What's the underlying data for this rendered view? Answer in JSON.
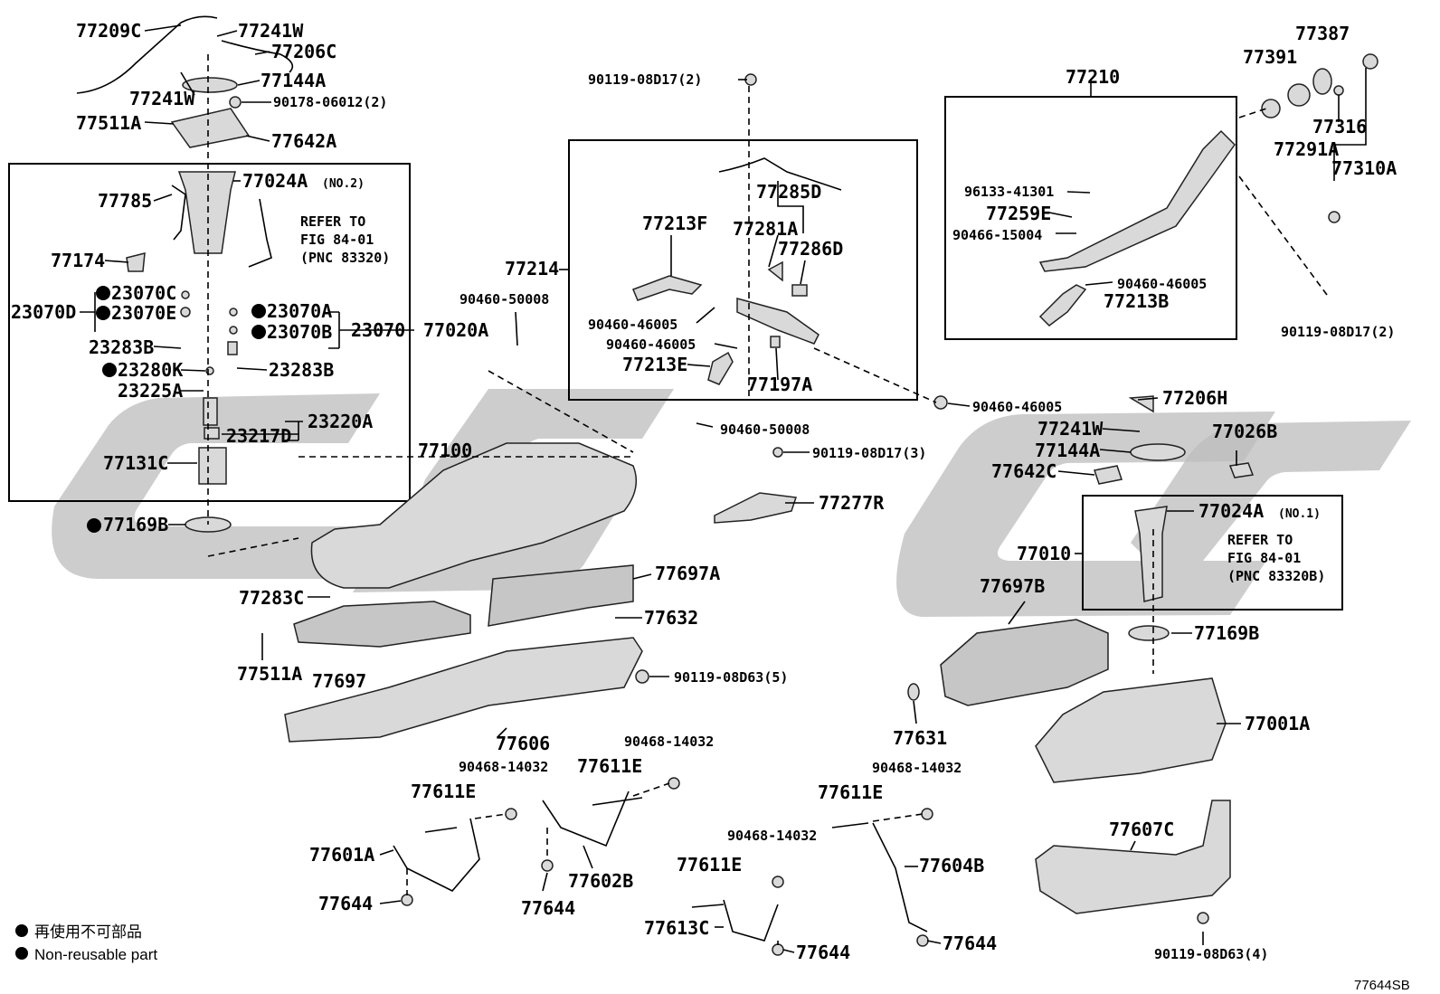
{
  "labels": {
    "p77209C": "77209C",
    "p77241W_a": "77241W",
    "p77206C": "77206C",
    "p77144A_a": "77144A",
    "p77241W_b": "77241W",
    "p90178": "90178-06012(2)",
    "p77511A_a": "77511A",
    "p77642A": "77642A",
    "p77024A_a": "77024A",
    "p77024A_a_sub": "(NO.2)",
    "p77785": "77785",
    "refer_a": [
      "REFER TO",
      "FIG 84-01",
      "(PNC 83320)"
    ],
    "p77174": "77174",
    "p23070C": "23070C",
    "p23070D": "23070D",
    "p23070E": "23070E",
    "p23070A": "23070A",
    "p23070B": "23070B",
    "p23070": "23070",
    "p77020A": "77020A",
    "p23283B_a": "23283B",
    "p23280K": "23280K",
    "p23283B_b": "23283B",
    "p23225A": "23225A",
    "p23220A": "23220A",
    "p23217D": "23217D",
    "p77131C": "77131C",
    "p77169B_a": "77169B",
    "p90119_top": "90119-08D17(2)",
    "p77285D": "77285D",
    "p77213F": "77213F",
    "p77281A": "77281A",
    "p77286D": "77286D",
    "p77214": "77214",
    "p90460_50008_a": "90460-50008",
    "p90460_46005_a": "90460-46005",
    "p90460_46005_b": "90460-46005",
    "p77213E": "77213E",
    "p77197A": "77197A",
    "p90460_46005_c": "90460-46005",
    "p90460_50008_b": "90460-50008",
    "p90119_3": "90119-08D17(3)",
    "p77100": "77100",
    "p77277R": "77277R",
    "p77697A": "77697A",
    "p77283C": "77283C",
    "p77632": "77632",
    "p77511A_b": "77511A",
    "p77697": "77697",
    "p90119_08D63_5": "90119-08D63(5)",
    "p77606": "77606",
    "p90468_a": "90468-14032",
    "p90468_b": "90468-14032",
    "p77611E_a": "77611E",
    "p77611E_b": "77611E",
    "p77601A": "77601A",
    "p77602B": "77602B",
    "p77644_a": "77644",
    "p77644_b": "77644",
    "p90468_c": "90468-14032",
    "p77611E_c": "77611E",
    "p90468_d": "90468-14032",
    "p77611E_d": "77611E",
    "p77613C": "77613C",
    "p77644_c": "77644",
    "p77604B": "77604B",
    "p77644_d": "77644",
    "p77387": "77387",
    "p77391": "77391",
    "p77210": "77210",
    "p77316": "77316",
    "p77291A": "77291A",
    "p77310A": "77310A",
    "p96133": "96133-41301",
    "p77259E": "77259E",
    "p90466": "90466-15004",
    "p90460_46005_d": "90460-46005",
    "p77213B": "77213B",
    "p90119_right": "90119-08D17(2)",
    "p77206H": "77206H",
    "p77241W_c": "77241W",
    "p77144A_b": "77144A",
    "p77642C": "77642C",
    "p77026B": "77026B",
    "p77024A_b": "77024A",
    "p77024A_b_sub": "(NO.1)",
    "p77010": "77010",
    "refer_b": [
      "REFER TO",
      "FIG 84-01",
      "(PNC 83320B)"
    ],
    "p77697B": "77697B",
    "p77169B_b": "77169B",
    "p77631": "77631",
    "p77001A": "77001A",
    "p77607C": "77607C",
    "p90119_08D63_4": "90119-08D63(4)"
  },
  "legend": {
    "jp": "再使用不可部品",
    "en": "Non-reusable part"
  },
  "figure_code": "77644SB"
}
